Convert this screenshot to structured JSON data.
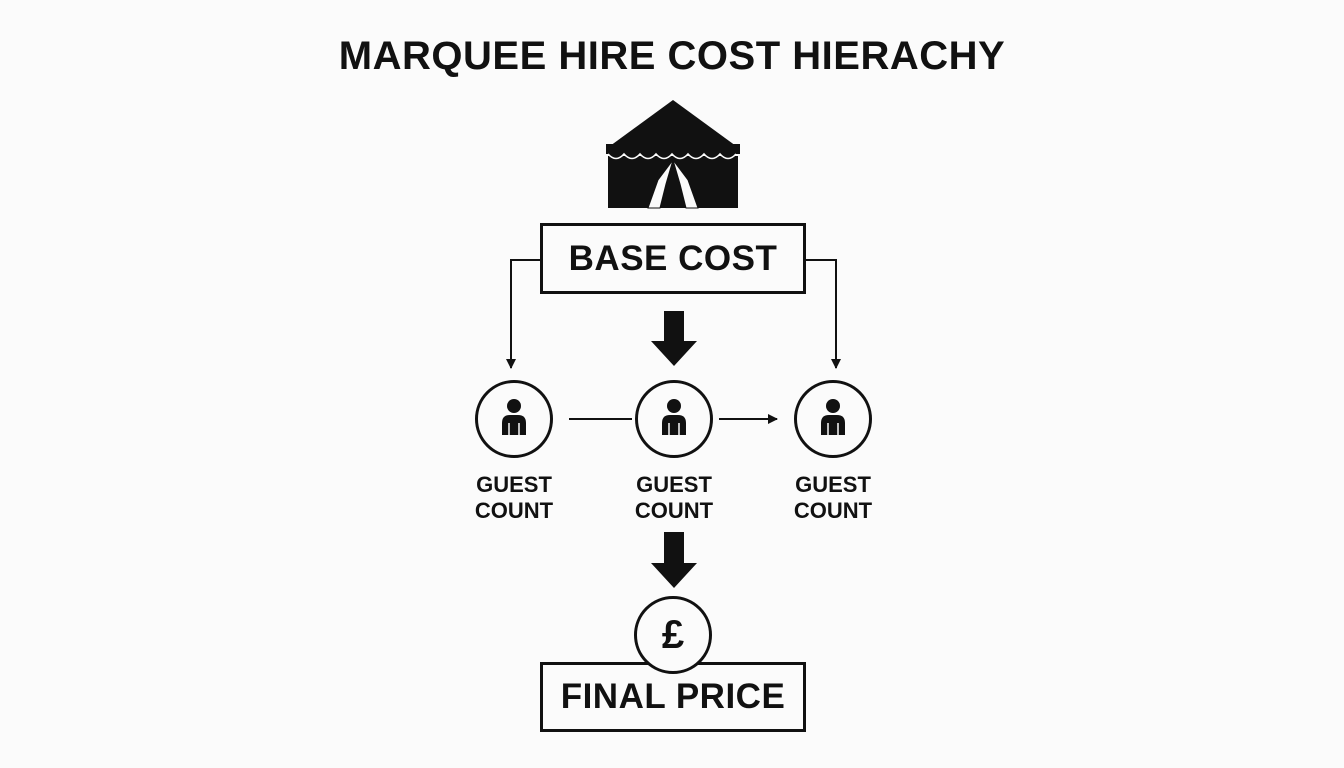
{
  "title": "MARQUEE HIRE COST HIERACHY",
  "nodes": {
    "base_cost": "BASE COST",
    "guest_1": "GUEST\nCOUNT",
    "guest_2": "GUEST\nCOUNT",
    "guest_3": "GUEST\nCOUNT",
    "currency_symbol": "£",
    "final_price": "FINAL PRICE"
  },
  "icons": {
    "header": "marquee-tent-icon",
    "guest": "person-icon",
    "final": "pound-sterling-icon"
  },
  "colors": {
    "ink": "#111111",
    "background": "#fbfbfb"
  }
}
